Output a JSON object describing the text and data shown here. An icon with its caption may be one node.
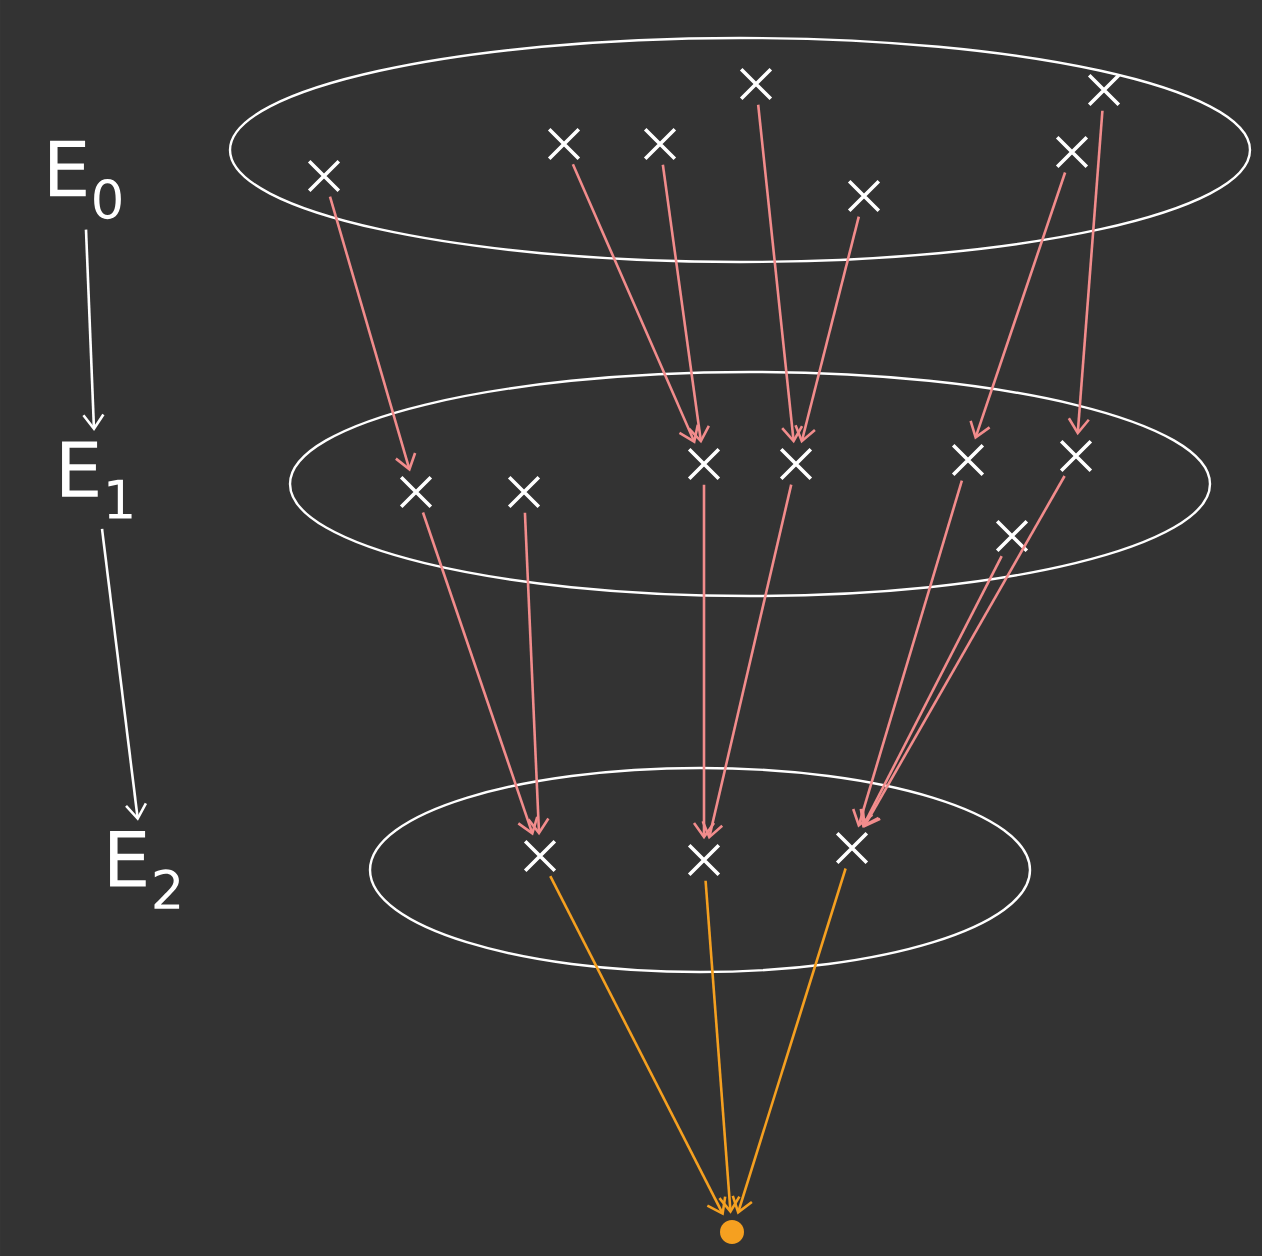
{
  "diagram": {
    "nodes": [
      {
        "text": [
          "E$_{0}$"
        ]
      },
      {
        "text": [],
        "shape": "ellipse"
      },
      {
        "text": [],
        "shape": "cross",
        "in": 1
      },
      {
        "text": [],
        "shape": "cross",
        "in": 1
      },
      {
        "text": [],
        "shape": "cross",
        "in": 1
      },
      {
        "text": [],
        "shape": "cross",
        "in": 1
      },
      {
        "text": [],
        "shape": "cross",
        "in": 1
      },
      {
        "text": [],
        "shape": "cross",
        "in": 1
      },
      {
        "text": [],
        "shape": "cross",
        "in": 1
      },
      {
        "text": [
          "E$_{1}$"
        ]
      },
      {
        "text": [],
        "shape": "ellipse"
      },
      {
        "text": [],
        "shape": "cross",
        "in": 10
      },
      {
        "text": [],
        "shape": "cross",
        "in": 10
      },
      {
        "text": [],
        "shape": "cross",
        "in": 10
      },
      {
        "text": [],
        "shape": "cross",
        "in": 10
      },
      {
        "text": [],
        "shape": "cross",
        "in": 10
      },
      {
        "text": [],
        "shape": "cross",
        "in": 10
      },
      {
        "text": [],
        "shape": "cross",
        "in": 10
      },
      {
        "text": [
          "E$_{2}$"
        ]
      },
      {
        "text": [],
        "shape": "ellipse"
      },
      {
        "text": [],
        "shape": "cross",
        "in": 19
      },
      {
        "text": [],
        "shape": "cross",
        "in": 19
      },
      {
        "text": [],
        "shape": "cross",
        "in": 19
      },
      {
        "text": [],
        "shape": "circle"
      }
    ],
    "edges": [
      {
        "from": 0,
        "to": 9,
        "arrow": "to",
        "color": "#ffffff"
      },
      {
        "from": 9,
        "to": 18,
        "arrow": "to",
        "color": "#ffffff"
      },
      {
        "from": 2,
        "to": 11,
        "arrow": "to"
      },
      {
        "from": 3,
        "to": 13,
        "arrow": "to"
      },
      {
        "from": 4,
        "to": 13,
        "arrow": "to"
      },
      {
        "from": 5,
        "to": 14,
        "arrow": "to"
      },
      {
        "from": 6,
        "to": 14,
        "arrow": "to"
      },
      {
        "from": 7,
        "to": 15,
        "arrow": "to"
      },
      {
        "from": 8,
        "to": 17,
        "arrow": "to"
      },
      {
        "from": 11,
        "to": 20,
        "arrow": "to"
      },
      {
        "from": 12,
        "to": 20,
        "arrow": "to"
      },
      {
        "from": 13,
        "to": 21,
        "arrow": "to"
      },
      {
        "from": 14,
        "to": 21,
        "arrow": "to"
      },
      {
        "from": 15,
        "to": 22,
        "arrow": "to"
      },
      {
        "from": 16,
        "to": 22,
        "arrow": "to"
      },
      {
        "from": 17,
        "to": 22,
        "arrow": "to"
      },
      {
        "from": 20,
        "to": 23,
        "arrow": "to",
        "color": "#f5a020"
      },
      {
        "from": 21,
        "to": 23,
        "arrow": "to",
        "color": "#f5a020"
      },
      {
        "from": 22,
        "to": 23,
        "arrow": "to",
        "color": "#f5a020"
      }
    ]
  }
}
